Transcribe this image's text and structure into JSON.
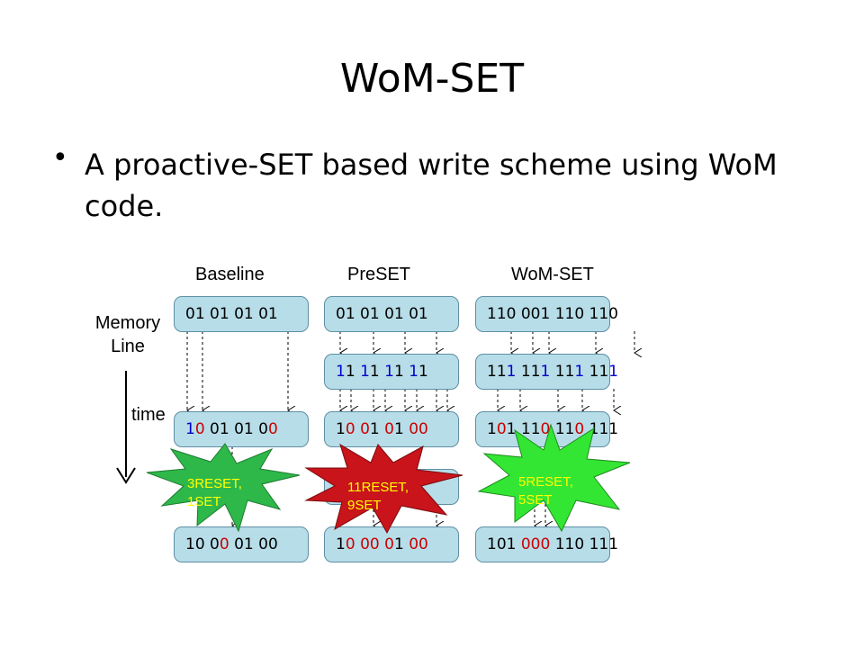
{
  "title": "WoM-SET",
  "bullet": "A proactive-SET based write scheme using WoM code.",
  "labels": {
    "baseline": "Baseline",
    "preset": "PreSET",
    "womset": "WoM-SET",
    "memory_line": "Memory\nLine",
    "time": "time"
  },
  "colors": {
    "box_fill": "#b7dde8",
    "box_border": "#5f8fa5",
    "set_bits": "#0000cc",
    "reset_bits": "#cc0000",
    "burst_green": "#2eb84a",
    "burst_red": "#c8141a",
    "burst_lightgreen": "#33e633",
    "burst_text_yellow": "#ffff00"
  },
  "baseline": {
    "row1": [
      {
        "t": "01 01 01 01",
        "c": ""
      }
    ],
    "row3": [
      {
        "t": "1",
        "c": "b"
      },
      {
        "t": "0",
        "c": "r"
      },
      {
        "t": " 01 01 0",
        "c": ""
      },
      {
        "t": "0",
        "c": "r"
      }
    ],
    "row5": [
      {
        "t": "10 0",
        "c": ""
      },
      {
        "t": "0",
        "c": "r"
      },
      {
        "t": " 01 00",
        "c": ""
      }
    ],
    "burst": "3RESET,\n1SET"
  },
  "preset": {
    "row1": [
      {
        "t": "01 01 01 01",
        "c": ""
      }
    ],
    "row2": [
      {
        "t": "1",
        "c": "b"
      },
      {
        "t": "1 ",
        "c": ""
      },
      {
        "t": "1",
        "c": "b"
      },
      {
        "t": "1 ",
        "c": ""
      },
      {
        "t": "1",
        "c": "b"
      },
      {
        "t": "1 ",
        "c": ""
      },
      {
        "t": "1",
        "c": "b"
      },
      {
        "t": "1",
        "c": ""
      }
    ],
    "row3": [
      {
        "t": "1",
        "c": ""
      },
      {
        "t": "0",
        "c": "r"
      },
      {
        "t": " ",
        "c": ""
      },
      {
        "t": "0",
        "c": "r"
      },
      {
        "t": "1 ",
        "c": ""
      },
      {
        "t": "0",
        "c": "r"
      },
      {
        "t": "1 ",
        "c": ""
      },
      {
        "t": "0",
        "c": "r"
      },
      {
        "t": "0",
        "c": "r"
      }
    ],
    "row5": [
      {
        "t": "1",
        "c": ""
      },
      {
        "t": "0",
        "c": "r"
      },
      {
        "t": " ",
        "c": ""
      },
      {
        "t": "0",
        "c": "r"
      },
      {
        "t": "0",
        "c": "r"
      },
      {
        "t": " ",
        "c": ""
      },
      {
        "t": "0",
        "c": "r"
      },
      {
        "t": "1 ",
        "c": ""
      },
      {
        "t": "0",
        "c": "r"
      },
      {
        "t": "0",
        "c": "r"
      }
    ],
    "burst": "11RESET,\n9SET"
  },
  "womset": {
    "row1": [
      {
        "t": "110 001 110 110",
        "c": ""
      }
    ],
    "row2": [
      {
        "t": "11",
        "c": ""
      },
      {
        "t": "1",
        "c": "b"
      },
      {
        "t": " 11",
        "c": ""
      },
      {
        "t": "1",
        "c": "b"
      },
      {
        "t": " 11",
        "c": ""
      },
      {
        "t": "1",
        "c": "b"
      },
      {
        "t": " 11",
        "c": ""
      },
      {
        "t": "1",
        "c": "b"
      }
    ],
    "row3": [
      {
        "t": "1",
        "c": ""
      },
      {
        "t": "0",
        "c": "r"
      },
      {
        "t": "1 11",
        "c": ""
      },
      {
        "t": "0",
        "c": "r"
      },
      {
        "t": " 11",
        "c": ""
      },
      {
        "t": "0",
        "c": "r"
      },
      {
        "t": " 111",
        "c": ""
      }
    ],
    "row5": [
      {
        "t": "101 ",
        "c": ""
      },
      {
        "t": "000",
        "c": "r"
      },
      {
        "t": " 110 111",
        "c": ""
      }
    ],
    "burst": "5RESET,\n5SET"
  }
}
